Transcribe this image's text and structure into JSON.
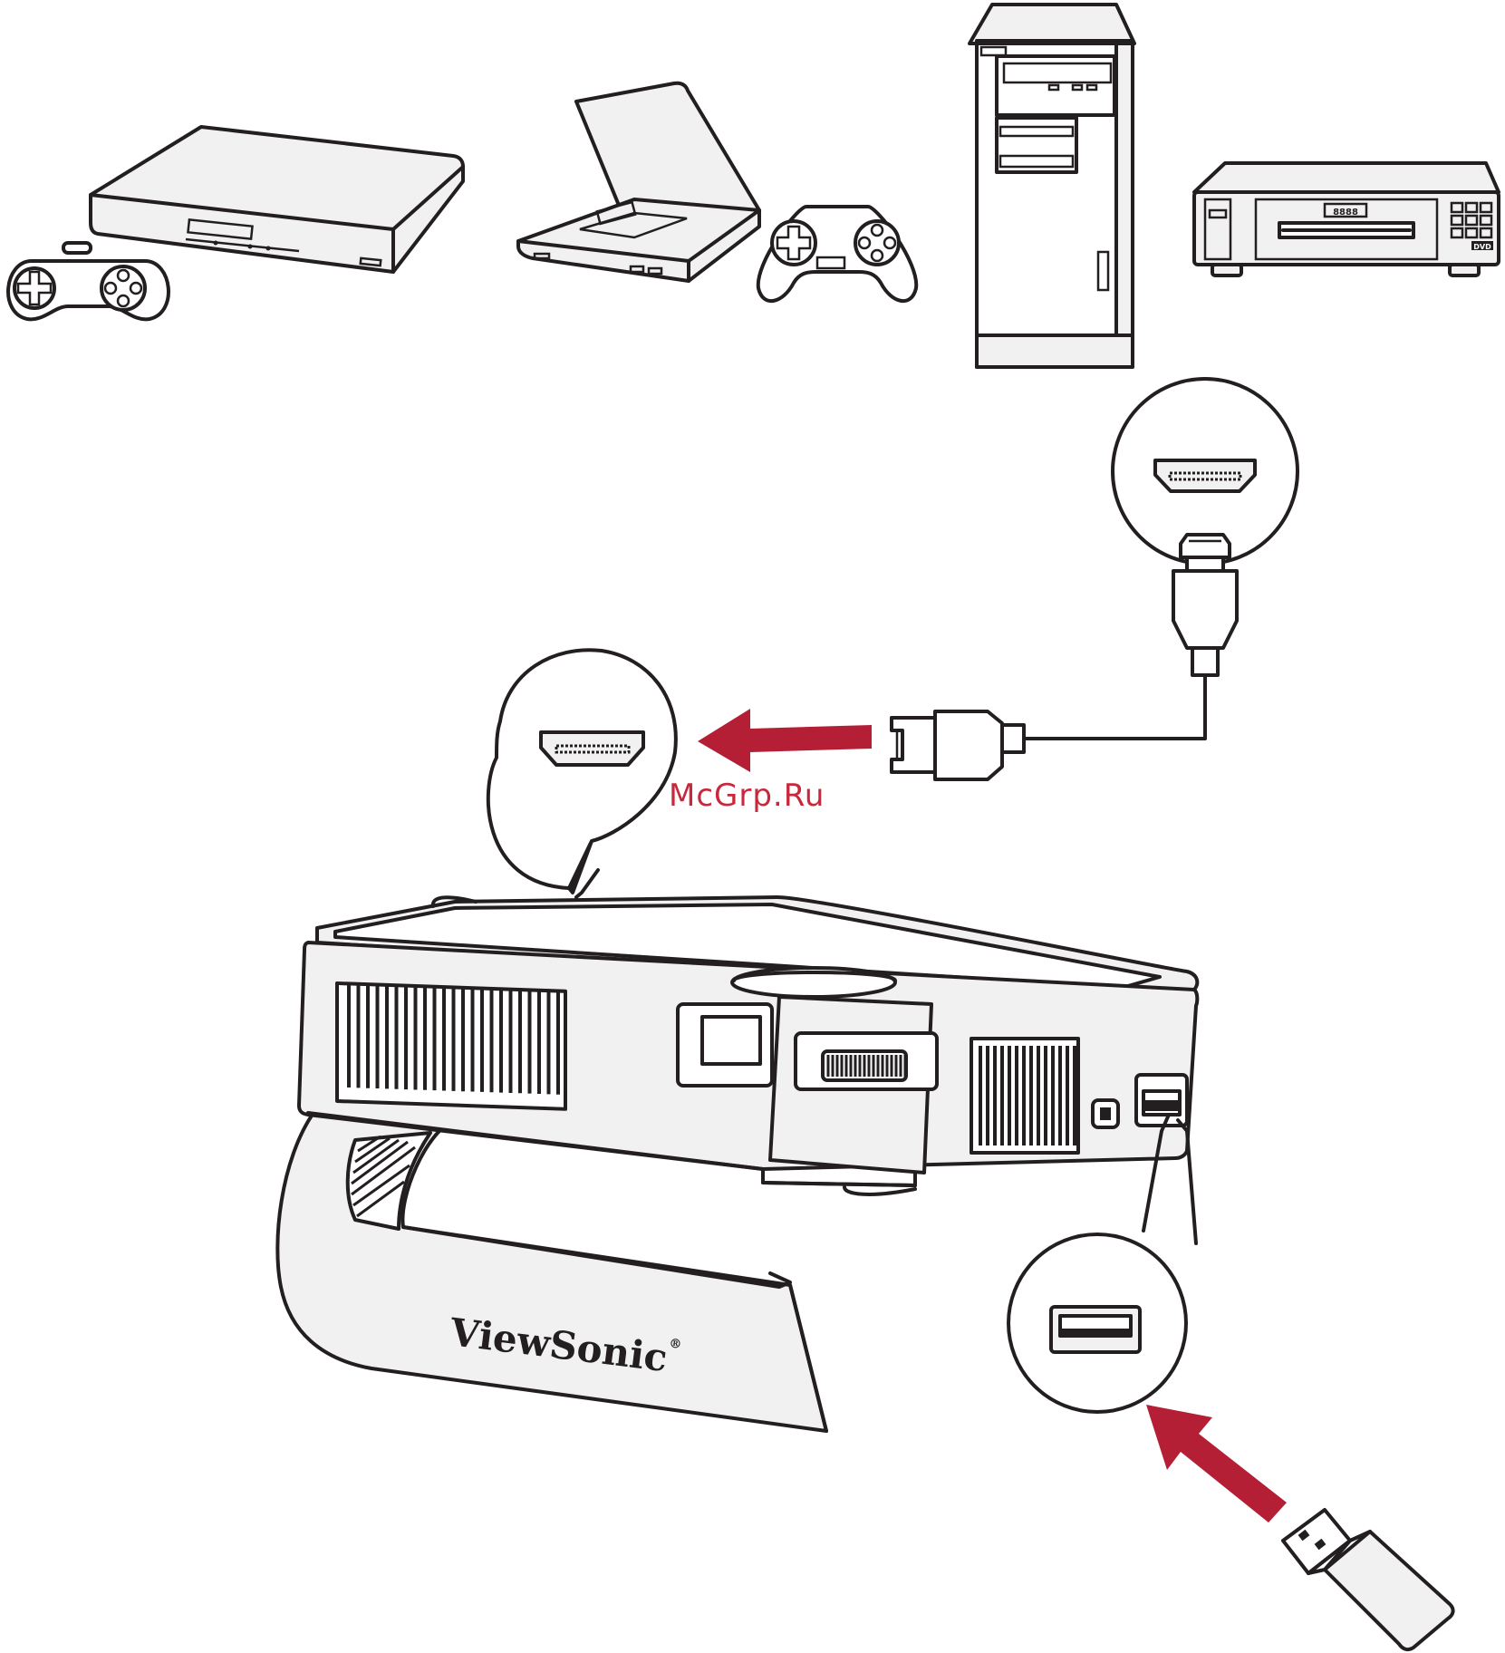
{
  "brand_label": "ViewSonic",
  "brand_mark": "®",
  "watermark": "McGrp.Ru",
  "colors": {
    "arrow": "#b41f36",
    "outline": "#231f20",
    "fill": "#f1f1f1",
    "watermark": "#c8283c"
  },
  "devices": [
    {
      "name": "game-console-icon"
    },
    {
      "name": "gamepad-icon"
    },
    {
      "name": "laptop-icon"
    },
    {
      "name": "gamepad-icon"
    },
    {
      "name": "desktop-pc-icon"
    },
    {
      "name": "dvd-player-icon"
    },
    {
      "name": "projector-icon"
    },
    {
      "name": "usb-flash-drive-icon"
    }
  ],
  "callouts": [
    {
      "name": "hdmi-port-icon"
    },
    {
      "name": "hdmi-port-icon"
    },
    {
      "name": "usb-port-icon"
    }
  ],
  "dvd_badge": "DVD",
  "dvd_display": "8888"
}
